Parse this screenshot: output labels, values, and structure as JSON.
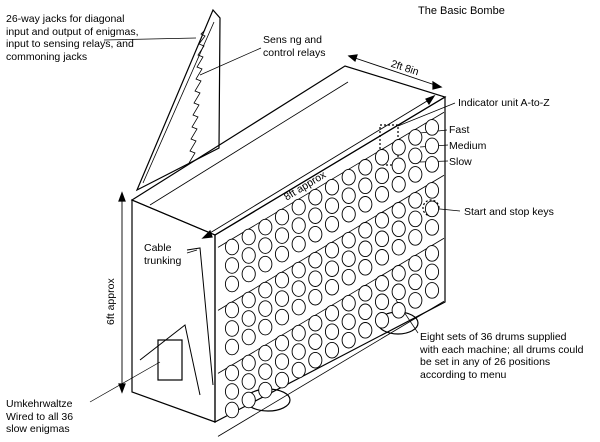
{
  "diagram": {
    "title": "The Basic Bombe",
    "labels": {
      "jacks": "26-way jacks for diagonal\ninput and output of enigmas,\ninput to sensing relays, and\ncommoning jacks",
      "sensing": "Sens ng and\ncontrol relays",
      "depth": "2ft 8in",
      "indicator": "Indicator unit A-to-Z",
      "fast": "Fast",
      "medium": "Medium",
      "slow": "Slow",
      "length": "8ft approx",
      "start_stop": "Start and stop keys",
      "cable": "Cable\ntrunking",
      "height": "6ft approx",
      "drums": "Eight sets of 36 drums supplied\nwith each machine; all drums could\nbe set in any of 26 positions\naccording to menu",
      "umkehr": "Umkehrwaltze\nWired to all 36\nslow enigmas"
    },
    "drum_grid": {
      "banks": 3,
      "rows_per_bank": 3,
      "columns": 13
    }
  }
}
